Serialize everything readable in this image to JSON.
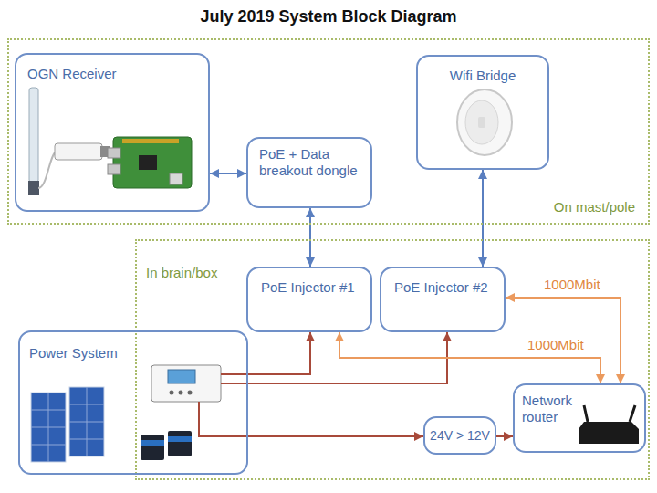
{
  "diagram": {
    "title": "July 2019 System Block Diagram",
    "nodes": [
      {
        "text": [
          "On mast/pole"
        ]
      },
      {
        "text": [
          "OGN Receiver"
        ],
        "in": 0
      },
      {
        "text": [
          "PoE + Data breakout dongle"
        ],
        "in": 0
      },
      {
        "text": [
          "Wifi Bridge"
        ],
        "in": 0
      },
      {
        "text": [
          "In brain/box"
        ]
      },
      {
        "text": [
          "PoE Injector #1"
        ],
        "in": 4
      },
      {
        "text": [
          "PoE Injector #2"
        ],
        "in": 4
      },
      {
        "text": [
          "Power System"
        ]
      },
      {
        "text": [
          "Network router"
        ],
        "in": 4
      },
      {
        "text": [
          "24V > 12V"
        ],
        "in": 4
      }
    ],
    "edges": [
      {
        "from": 1,
        "to": 2,
        "arrow": "both"
      },
      {
        "from": 2,
        "to": 5,
        "arrow": "both"
      },
      {
        "from": 3,
        "to": 6,
        "arrow": "both"
      },
      {
        "from": 7,
        "to": 5,
        "arrow": "to"
      },
      {
        "from": 7,
        "to": 6,
        "arrow": "to"
      },
      {
        "from": 6,
        "to": 8,
        "label": "1000Mbit",
        "arrow": "both"
      },
      {
        "from": 5,
        "to": 8,
        "label": "1000Mbit",
        "arrow": "both"
      },
      {
        "from": 7,
        "to": 9,
        "arrow": "to"
      },
      {
        "from": 9,
        "to": 8,
        "arrow": "to"
      }
    ]
  }
}
